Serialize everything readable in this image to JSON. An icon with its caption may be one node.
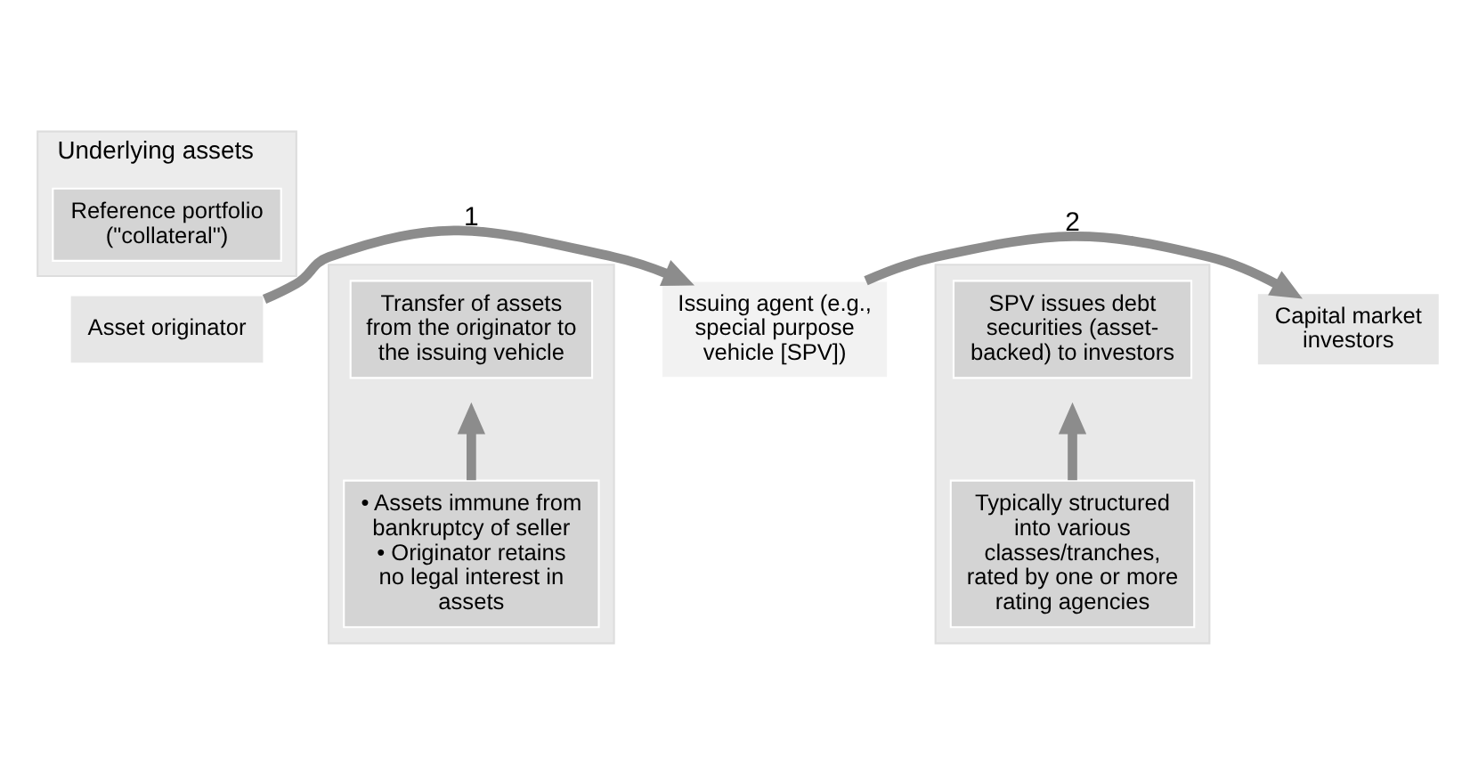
{
  "diagram": {
    "nodes": [
      {
        "text": [
          "Asset originator"
        ]
      },
      {
        "text": [
          "Underlying assets"
        ]
      },
      {
        "text": [
          "Reference portfolio (\"collateral\")"
        ],
        "in": 1
      },
      {
        "text": [],
        "shape": "box"
      },
      {
        "text": [
          "Transfer of assets from the originator to the issuing vehicle"
        ],
        "in": 3
      },
      {
        "text": [
          "• Assets immune from bankruptcy of seller",
          "• Originator retains no legal interest in assets"
        ],
        "in": 3
      },
      {
        "text": [
          "Issuing agent (e.g., special purpose vehicle [SPV])"
        ]
      },
      {
        "text": [],
        "shape": "box"
      },
      {
        "text": [
          "SPV issues debt securities (asset-backed) to investors"
        ],
        "in": 7
      },
      {
        "text": [
          "Typically structured into various classes/tranches, rated by one or more rating agencies"
        ],
        "in": 7
      },
      {
        "text": [
          "Capital market investors"
        ]
      }
    ],
    "edges": [
      {
        "from": 0,
        "to": 6,
        "arrow": "to",
        "label": "1"
      },
      {
        "from": 6,
        "to": 10,
        "arrow": "to",
        "label": "2"
      },
      {
        "from": 5,
        "to": null,
        "arrow": "to"
      },
      {
        "from": 9,
        "to": null,
        "arrow": "to"
      }
    ]
  }
}
